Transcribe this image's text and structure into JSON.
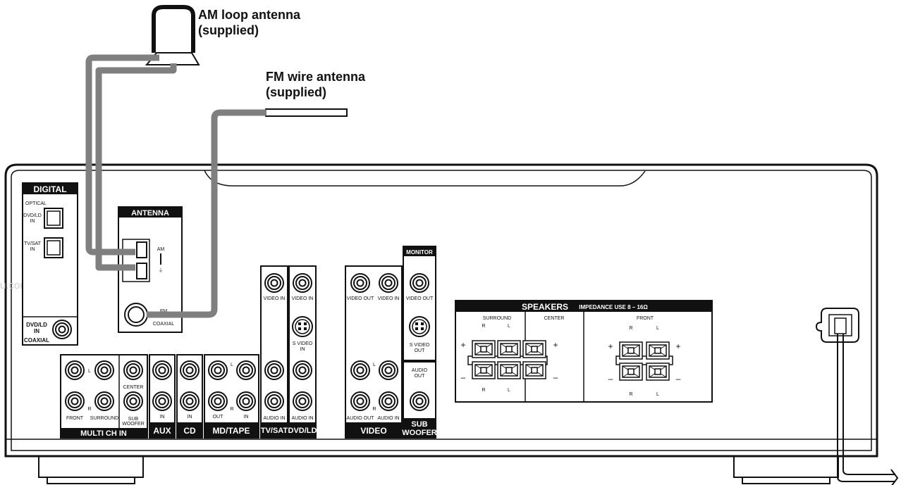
{
  "callouts": {
    "am_antenna": [
      "AM loop antenna",
      "(supplied)"
    ],
    "fm_antenna": [
      "FM wire antenna",
      "(supplied)"
    ]
  },
  "watermark": "u.com",
  "panel": {
    "digital": {
      "title": "DIGITAL",
      "optical": "OPTICAL",
      "dvd_in": [
        "DVD/LD",
        "IN"
      ],
      "tv_in": [
        "TV/SAT",
        "IN"
      ],
      "coax_in": [
        "DVD/LD",
        "IN"
      ],
      "coaxial": "COAXIAL"
    },
    "antenna": {
      "title": "ANTENNA",
      "am": "AM",
      "fm": "FM",
      "coaxial": "COAXIAL"
    },
    "multi_ch": {
      "title": "MULTI CH IN",
      "l": "L",
      "r": "R",
      "front": "FRONT",
      "surround": "SURROUND",
      "center": "CENTER",
      "sub": [
        "SUB",
        "WOOFER"
      ]
    },
    "aux": {
      "title": "AUX",
      "in": "IN"
    },
    "cd": {
      "title": "CD",
      "in": "IN"
    },
    "mdtape": {
      "title": "MD/TAPE",
      "out": "OUT",
      "in": "IN"
    },
    "tvsat": {
      "title": "TV/SAT",
      "video_in": "VIDEO IN",
      "audio_in": "AUDIO IN"
    },
    "dvdld": {
      "title": "DVD/LD",
      "video_in": "VIDEO IN",
      "s_video_in": [
        "S VIDEO",
        "IN"
      ],
      "audio_in": "AUDIO IN"
    },
    "video": {
      "title": "VIDEO",
      "video_out": "VIDEO OUT",
      "video_in": "VIDEO IN",
      "audio_out": "AUDIO OUT",
      "audio_in": "AUDIO IN"
    },
    "monitor": {
      "title": "MONITOR",
      "video_out": "VIDEO OUT",
      "s_video_out": [
        "S VIDEO",
        "OUT"
      ]
    },
    "subwoofer": {
      "title": [
        "SUB",
        "WOOFER"
      ],
      "audio_out": [
        "AUDIO",
        "OUT"
      ]
    },
    "speakers": {
      "title": "SPEAKERS",
      "impedance": "IMPEDANCE USE 8 – 16Ω",
      "surround": "SURROUND",
      "center": "CENTER",
      "front": "FRONT",
      "r": "R",
      "l": "L",
      "plus": "+",
      "minus": "–"
    }
  },
  "colors": {
    "cable": "#7f7f7f",
    "ink": "#111111",
    "panel_bg": "#ffffff"
  }
}
